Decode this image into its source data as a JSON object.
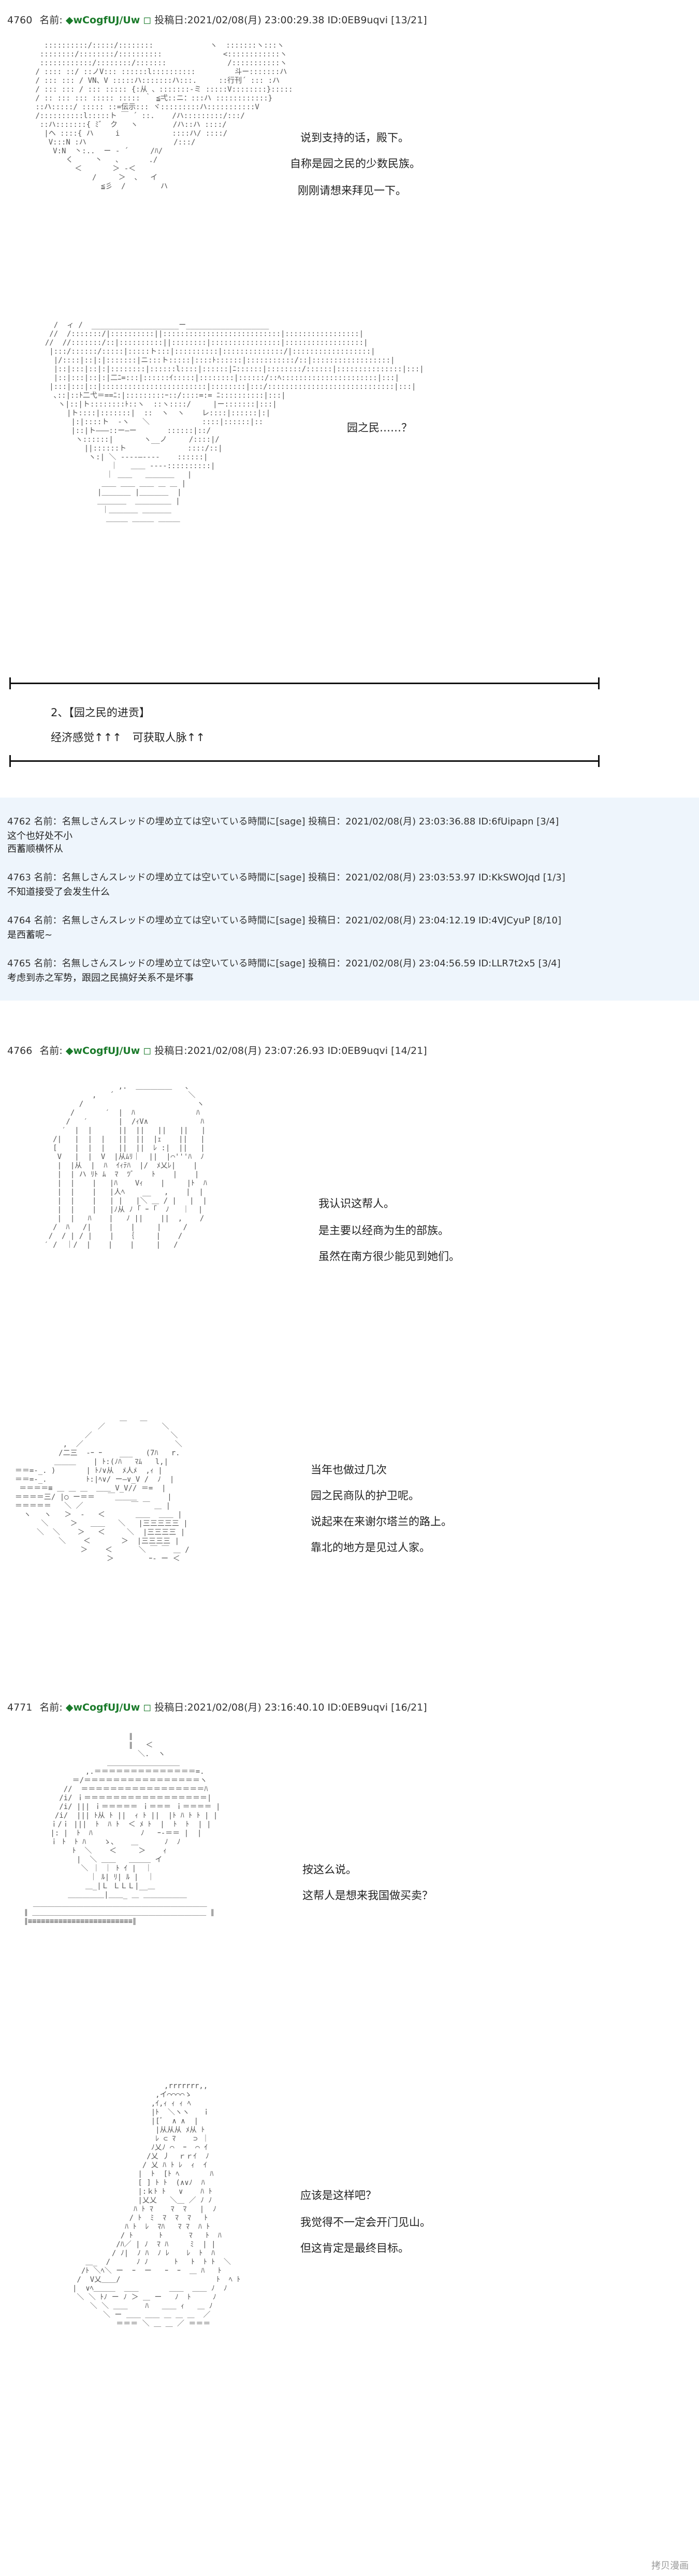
{
  "post1": {
    "header": {
      "num": "4760",
      "label": "名前:",
      "name": "◆wCogfUJ/Uw",
      "posted": "投稿日:2021/02/08(月) 23:00:29.38 ID:0EB9uqvi [13/21]"
    },
    "dialog_a": [
      "说到支持的话，殿下。",
      "自称是园之民的少数民族。",
      "刚刚请想来拜见一下。"
    ],
    "dialog_b": [
      "园之民……？"
    ]
  },
  "section": {
    "title": "2、【园之民的进贡】",
    "effects": "经济感觉↑↑↑　可获取人脉↑↑"
  },
  "replies": [
    {
      "header": "4762 名前：名無しさんスレッドの埋め立ては空いている時間に[sage] 投稿日：2021/02/08(月) 23:03:36.88 ID:6fUipapn [3/4]",
      "body": [
        "这个也好处不小",
        "西蓄顺横怀从"
      ]
    },
    {
      "header": "4763 名前：名無しさんスレッドの埋め立ては空いている時間に[sage] 投稿日：2021/02/08(月) 23:03:53.97 ID:KkSWOJqd [1/3]",
      "body": [
        "不知道接受了会发生什么"
      ]
    },
    {
      "header": "4764 名前：名無しさんスレッドの埋め立ては空いている時間に[sage] 投稿日：2021/02/08(月) 23:04:12.19 ID:4VJCyuP [8/10]",
      "body": [
        "是西蓄呢~"
      ]
    },
    {
      "header": "4765 名前：名無しさんスレッドの埋め立ては空いている時間に[sage] 投稿日：2021/02/08(月) 23:04:56.59 ID:LLR7t2x5 [3/4]",
      "body": [
        "考虑到赤之军势，跟园之民搞好关系不是坏事"
      ]
    }
  ],
  "post2": {
    "header": {
      "num": "4766",
      "label": "名前:",
      "name": "◆wCogfUJ/Uw",
      "posted": "投稿日:2021/02/08(月) 23:07:26.93 ID:0EB9uqvi [14/21]"
    },
    "dialog_a": [
      "我认识这帮人。",
      "是主要以经商为生的部族。",
      "虽然在南方很少能见到她们。"
    ],
    "dialog_b": [
      "当年也做过几次",
      "园之民商队的护卫呢。",
      "说起来在来谢尔塔兰的路上。",
      "靠北的地方是见过人家。"
    ]
  },
  "post3": {
    "header": {
      "num": "4771",
      "label": "名前:",
      "name": "◆wCogfUJ/Uw",
      "posted": "投稿日:2021/02/08(月) 23:16:40.10 ID:0EB9uqvi [16/21]"
    },
    "dialog_a": [
      "按这么说。",
      "这帮人是想来我国做买卖？"
    ],
    "dialog_b": [
      "应该是这样吧？",
      "我觉得不一定会开门见山。",
      "但这肯定是最终目标。"
    ]
  },
  "watermark": "拷贝漫画"
}
